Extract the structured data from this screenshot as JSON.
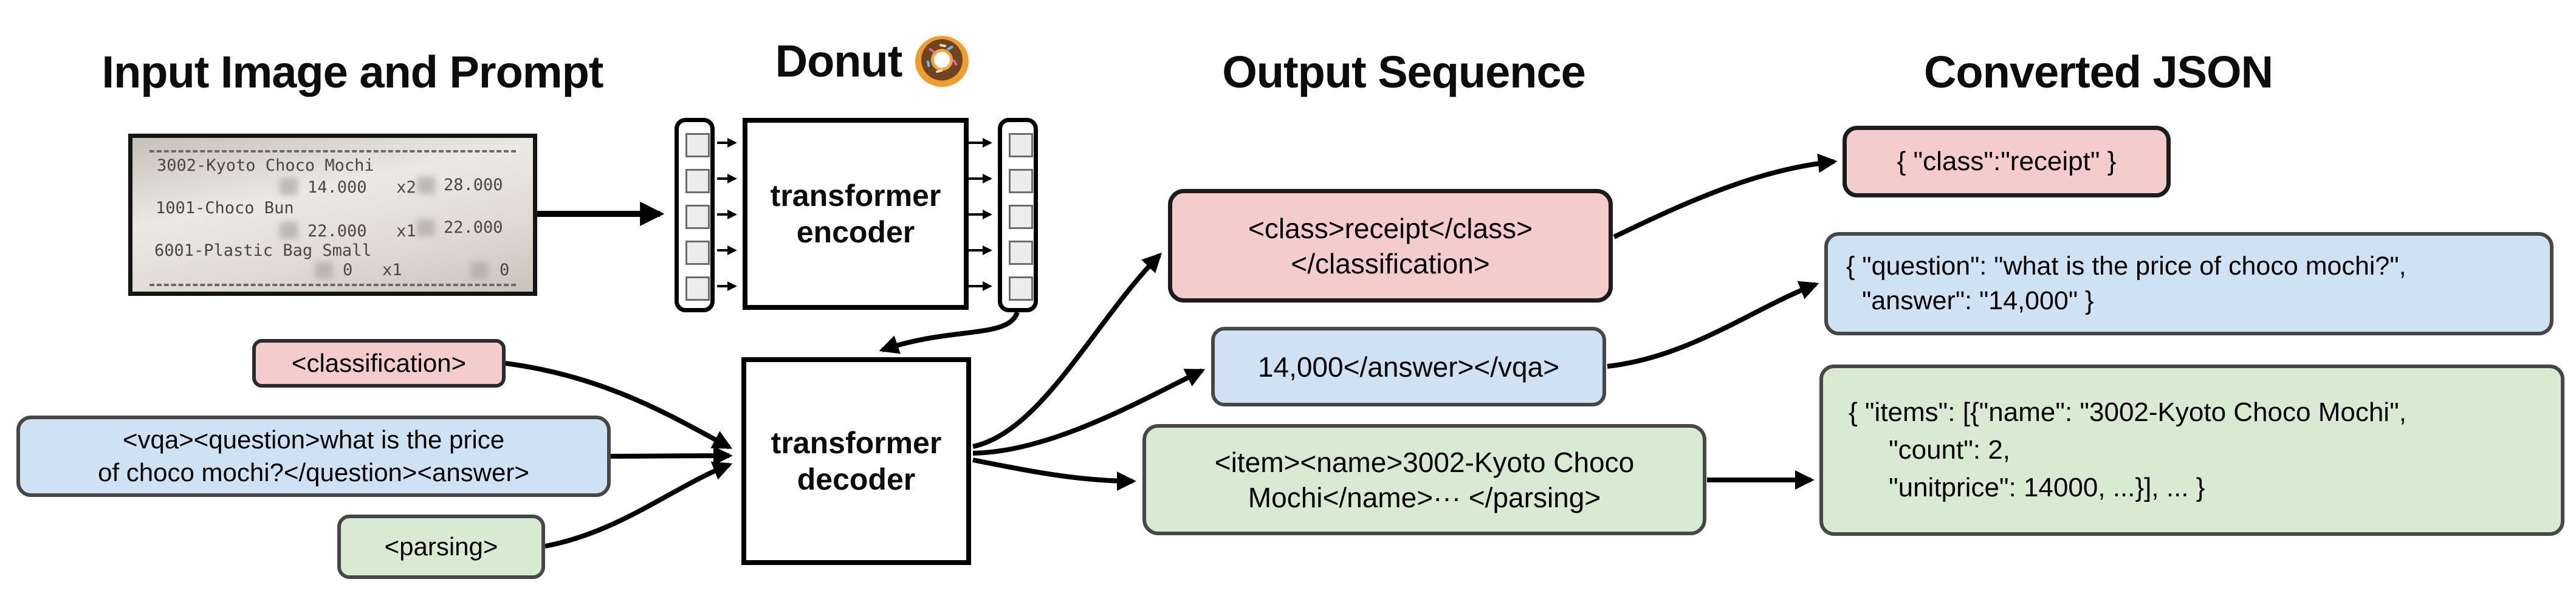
{
  "headers": {
    "input": "Input Image and Prompt",
    "model": "Donut",
    "model_emoji": "🍩",
    "output": "Output Sequence",
    "json": "Converted JSON"
  },
  "receipt": {
    "items": [
      {
        "name": "3002-Kyoto Choco Mochi",
        "detail": "14.000   x2",
        "total": "28.000"
      },
      {
        "name": "1001-Choco Bun",
        "detail": "22.000   x1",
        "total": "22.000"
      },
      {
        "name": "6001-Plastic Bag Small",
        "detail": "0   x1",
        "total": "0"
      }
    ]
  },
  "encoder": {
    "line1": "transformer",
    "line2": "encoder"
  },
  "decoder": {
    "line1": "transformer",
    "line2": "decoder"
  },
  "prompts": [
    {
      "task": "classification",
      "lines": [
        "<classification>"
      ]
    },
    {
      "task": "vqa",
      "lines": [
        "<vqa><question>what is the price",
        "of choco mochi?</question><answer>"
      ]
    },
    {
      "task": "parsing",
      "lines": [
        "<parsing>"
      ]
    }
  ],
  "outputs": [
    {
      "task": "classification",
      "lines": [
        "<class>receipt</class>",
        "</classification>"
      ]
    },
    {
      "task": "vqa",
      "lines": [
        "14,000</answer></vqa>"
      ]
    },
    {
      "task": "parsing",
      "lines": [
        "<item><name>3002-Kyoto Choco",
        "Mochi</name>··· </parsing>"
      ]
    }
  ],
  "json_outputs": [
    {
      "task": "classification",
      "lines": [
        "{ \"class\":\"receipt\" }"
      ]
    },
    {
      "task": "vqa",
      "lines": [
        "{ \"question\": \"what is the price of choco mochi?\",",
        "\"answer\": \"14,000\" }"
      ]
    },
    {
      "task": "parsing",
      "lines": [
        "{ \"items\": [{\"name\": \"3002-Kyoto Choco Mochi\",",
        "\"count\": 2,",
        "\"unitprice\": 14000, ...}], ... }"
      ]
    }
  ],
  "colors": {
    "classification": "#f4cccc",
    "vqa": "#cfe2f3",
    "parsing": "#d9ead3",
    "box_border_dark": "#3d3d3d",
    "box_border_black": "#1c1c1c",
    "arrow": "#000000"
  }
}
